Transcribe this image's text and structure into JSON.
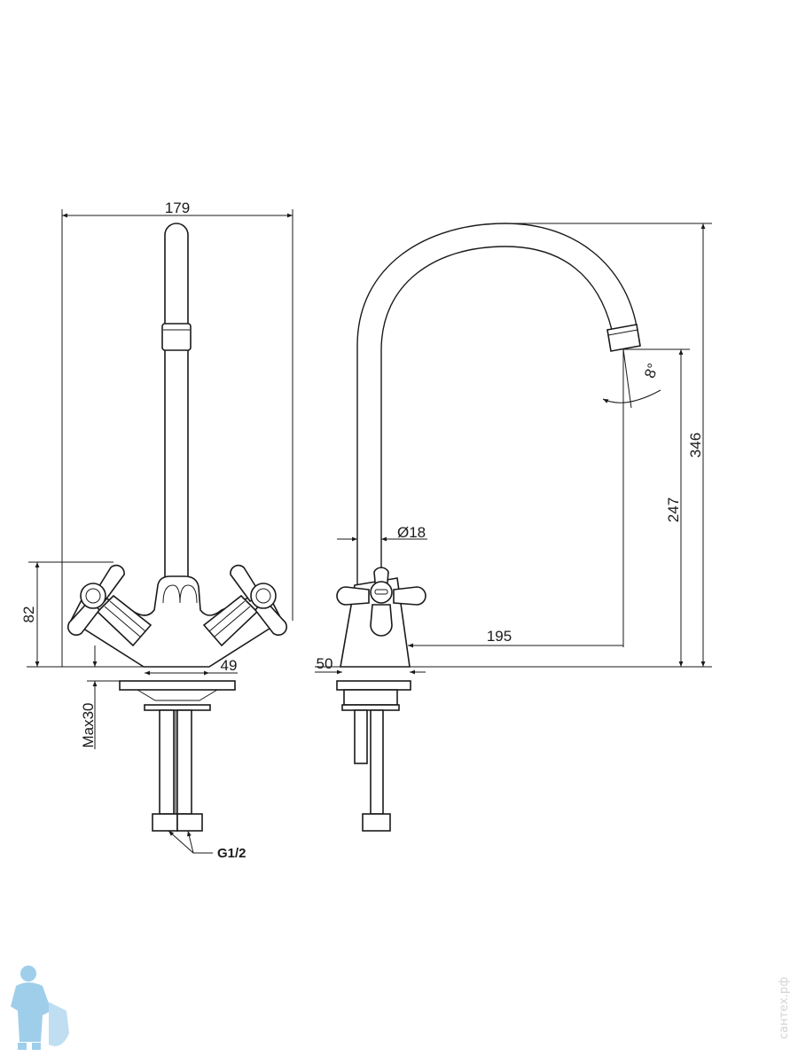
{
  "drawing": {
    "front_view": {
      "width_label": "179",
      "handle_height_label": "82",
      "base_width_label": "49",
      "max_thickness_label": "Max30",
      "thread_label": "G1/2"
    },
    "side_view": {
      "total_height_label": "346",
      "spout_height_label": "247",
      "spout_reach_label": "195",
      "base_depth_label": "50",
      "tube_diameter_label": "Ø18",
      "angle_label": "8°"
    }
  },
  "watermark": {
    "text": "сантех.рф"
  },
  "logo": {
    "icon": "plumber-logo-icon",
    "color": "#8fc6e8"
  }
}
